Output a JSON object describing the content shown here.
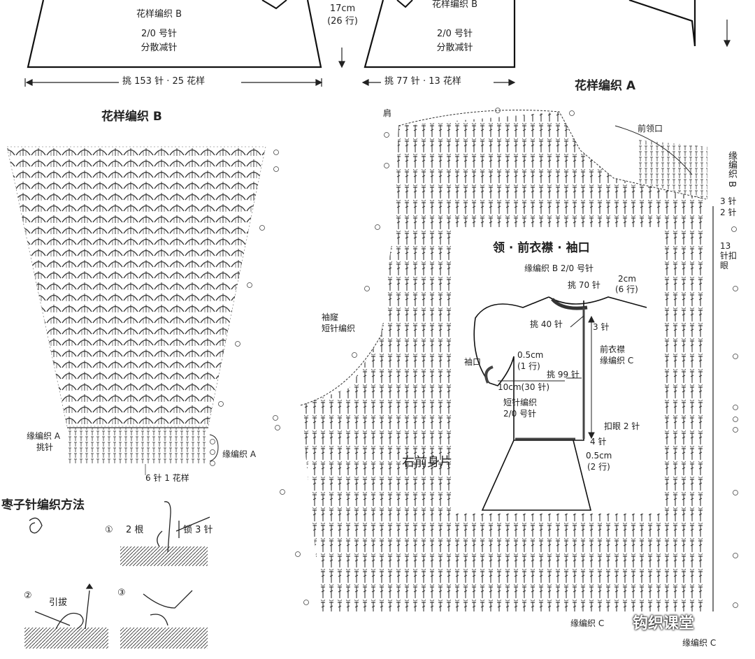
{
  "top": {
    "left_piece": {
      "pattern": "花样编织 B",
      "hook": "2/0 号针",
      "decrease": "分散减针"
    },
    "right_piece": {
      "pattern": "花样编织 B",
      "hook": "2/0 号针",
      "decrease": "分散减针"
    },
    "height_cm": "17cm",
    "height_rows": "(26 行)",
    "left_width": "挑 153 针 · 25 花样",
    "right_width": "挑 77 针 · 13 花样"
  },
  "pattern_b": {
    "title": "花样编织 B",
    "label_edge_a": "缘编织 A",
    "label_pick": "挑针",
    "label_edge_a_right": "缘编织 A",
    "repeat": "6 针 1 花样"
  },
  "pattern_a": {
    "title": "花样编织 A",
    "shoulder": "肩",
    "front_neck": "前领口",
    "edge_b": "缘编织 B",
    "sts_3": "3 针",
    "sts_2": "2 针",
    "buttonholes": "13 针扣眼",
    "sleeve_label_1": "袖窿",
    "sleeve_label_2": "短针编织",
    "piece_name": "右前身片",
    "edge_c_1": "缘编织 C",
    "edge_c_2": "缘编织 C"
  },
  "inset": {
    "title": "领 · 前衣襟 · 袖口",
    "sub": "缘编织 B   2/0 号针",
    "pick70": "挑 70 针",
    "cm2": "2cm",
    "rows6": "(6 行)",
    "pick40": "挑 40 针",
    "sts3": "3 针",
    "placket_1": "前衣襟",
    "placket_2": "缘编织 C",
    "cuff": "袖口",
    "cm05a": "0.5cm",
    "rows1": "(1 行)",
    "pick99": "挑 99 针",
    "cm10": "10cm(30 针)",
    "sc_label": "短针编织",
    "hook": "2/0 号针",
    "buttonhole2": "扣眼 2 针",
    "sts4": "4 针",
    "cm05b": "0.5cm",
    "rows2": "(2 行)"
  },
  "bobble": {
    "title": "枣子针编织方法",
    "step1": "①",
    "step1_text": "2 根",
    "step1_chain": "锁 3 针",
    "step2": "②",
    "step2_text": "引拔",
    "step3": "③"
  },
  "watermark": "钩织课堂"
}
